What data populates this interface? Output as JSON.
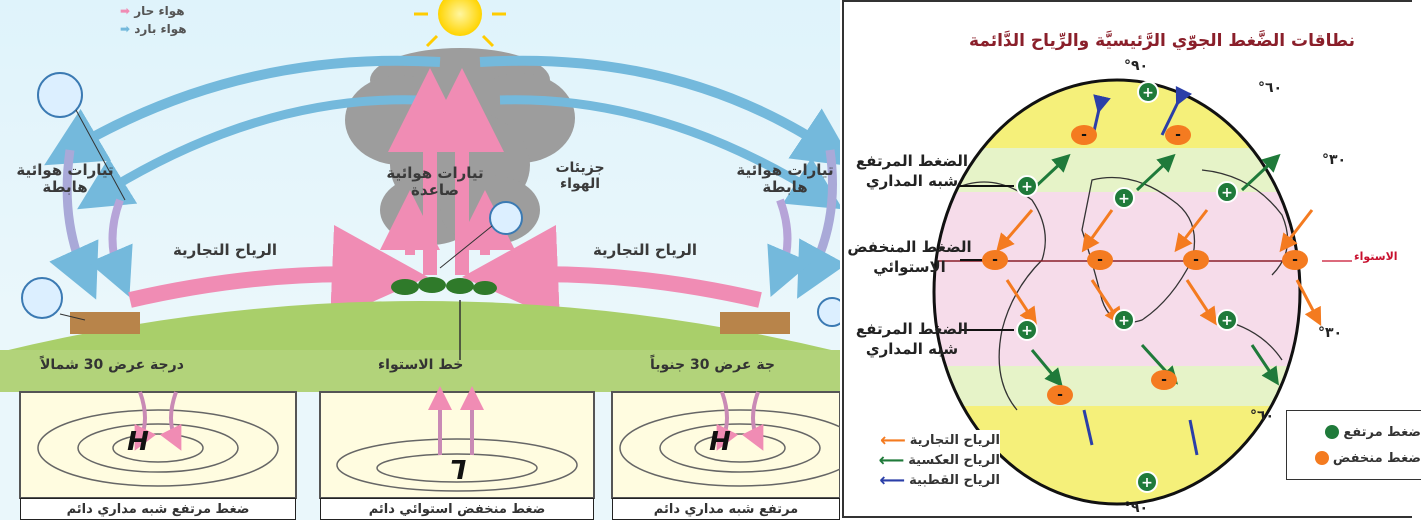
{
  "left": {
    "legend": {
      "hot": "هواء حار",
      "cold": "هواء بارد"
    },
    "labels": {
      "descending_left": "تيارات هوائية\nهابطة",
      "ascending": "تيارات هوائية\nصاعدة",
      "air_particles": "جزيئات\nالهواء",
      "descending_right": "تيارات هوائية\nهابطة",
      "trade_left": "الرياح التجارية",
      "trade_right": "الرياح التجارية"
    },
    "strip": {
      "north": "درجة عرض 30 شمالاً",
      "equator": "خط الاستواء",
      "south": "جة عرض 30 جنوباً"
    },
    "boxes": {
      "h1": "H",
      "l": "L",
      "h2": "H"
    },
    "captions": {
      "left": "ضغط مرتفع شبه مداري دائم",
      "mid": "ضغط منخفض استوائي دائم",
      "right": "مرتفع شبه مداري دائم"
    },
    "colors": {
      "hot": "#f08cb4",
      "cold": "#74b9dc"
    }
  },
  "right": {
    "title": "نطاقات الضَّغط الجوّي الرَّئيسيَّة والرِّياح الدَّائمة",
    "deg_90_n": "٩٠°",
    "deg_60_n": "٦٠°",
    "deg_30_n": "٣٠°",
    "deg_30_s": "٣٠°",
    "deg_60_s": "٦٠°",
    "deg_90_s": "٩٠°",
    "equator": "الاستواء",
    "high_n": "الضغط المرتفع\nشبه المداري",
    "low_eq": "الضغط المنخفض\nالاستوائي",
    "high_s": "الضغط المرتفع\nشبه المداري",
    "legend_winds": [
      {
        "label": "الرياح التجارية",
        "color": "#f47b20"
      },
      {
        "label": "الرياح العكسية",
        "color": "#1f7a3a"
      },
      {
        "label": "الرياح القطبية",
        "color": "#2b3fa8"
      }
    ],
    "legend_pressure": [
      {
        "label": "ضغط مرتفع",
        "color": "#1f7a3a"
      },
      {
        "label": "ضغط منخفض",
        "color": "#f47b20"
      }
    ]
  }
}
